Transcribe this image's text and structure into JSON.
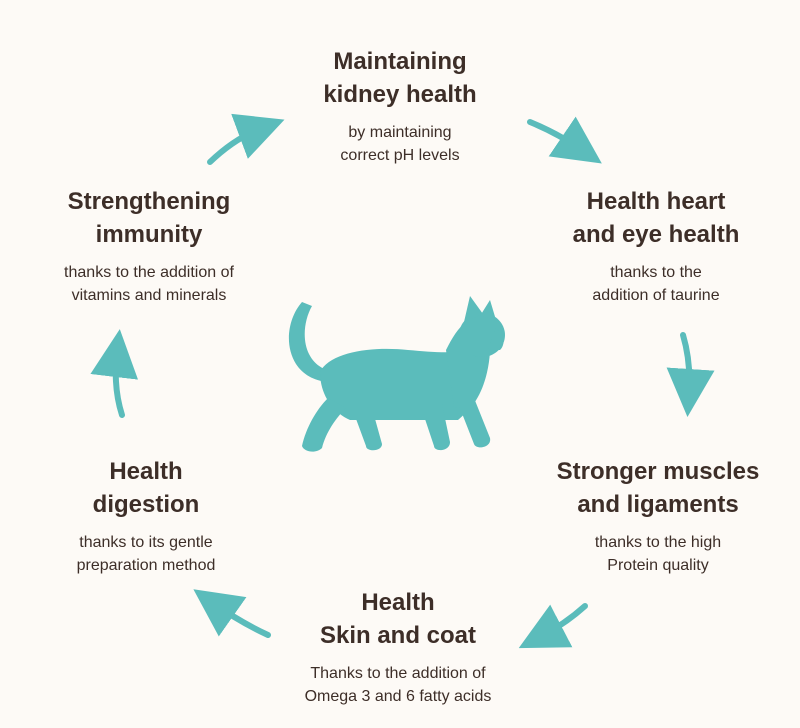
{
  "benefits": {
    "kidney": {
      "title_lines": [
        "Maintaining",
        "kidney health"
      ],
      "desc_lines": [
        "by maintaining",
        "correct pH levels"
      ]
    },
    "heart": {
      "title_lines": [
        "Health heart",
        "and eye health"
      ],
      "desc_lines": [
        "thanks to the",
        "addition of taurine"
      ]
    },
    "muscles": {
      "title_lines": [
        "Stronger muscles",
        "and ligaments"
      ],
      "desc_lines": [
        "thanks to the high",
        "Protein quality"
      ]
    },
    "skin": {
      "title_lines": [
        "Health",
        "Skin and coat"
      ],
      "desc_lines": [
        "Thanks to the addition of",
        "Omega 3 and 6 fatty acids"
      ]
    },
    "digestion": {
      "title_lines": [
        "Health",
        "digestion"
      ],
      "desc_lines": [
        "thanks to its gentle",
        "preparation method"
      ]
    },
    "immunity": {
      "title_lines": [
        "Strengthening",
        "immunity"
      ],
      "desc_lines": [
        "thanks to the addition of",
        "vitamins and minerals"
      ]
    }
  },
  "colors": {
    "accent": "#5bbcbb",
    "text": "#3d2e28",
    "background": "#fdfaf6"
  },
  "icons": {
    "center": "cat-icon",
    "arrows": "curved-arrow-icon"
  }
}
